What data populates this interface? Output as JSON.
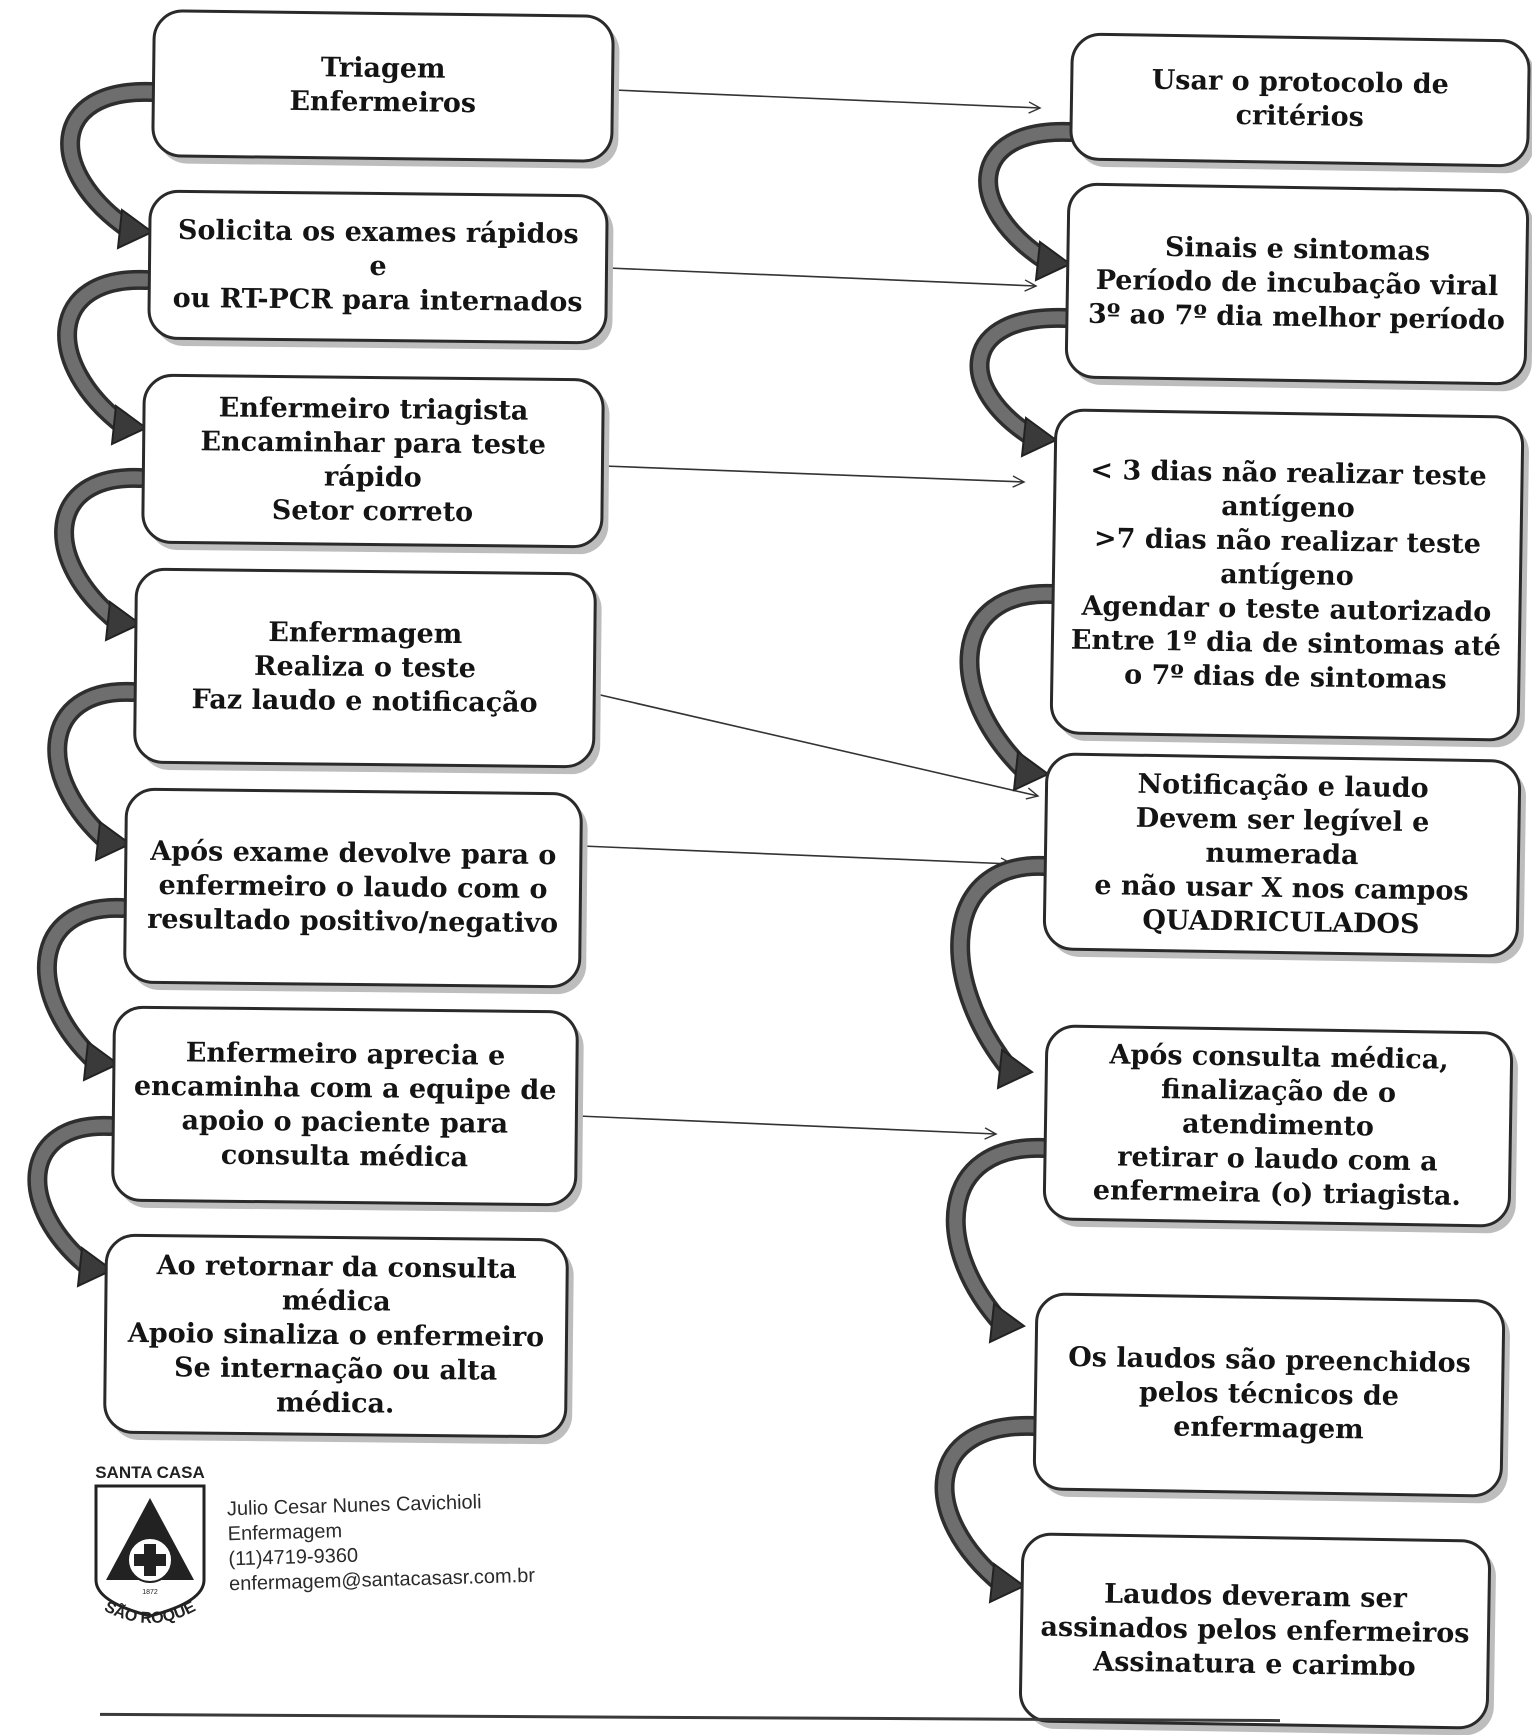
{
  "left_column": [
    {
      "lines": [
        "Triagem",
        "Enfermeiros"
      ]
    },
    {
      "lines": [
        "Solicita os exames rápidos e",
        "ou RT-PCR para internados"
      ]
    },
    {
      "lines": [
        "Enfermeiro triagista",
        "Encaminhar para teste rápido",
        "Setor correto"
      ]
    },
    {
      "lines": [
        "Enfermagem",
        "Realiza o teste",
        "Faz laudo e notificação"
      ]
    },
    {
      "lines": [
        "Após exame devolve para o",
        "enfermeiro o laudo com o",
        "resultado positivo/negativo"
      ]
    },
    {
      "lines": [
        "Enfermeiro aprecia e",
        "encaminha com a equipe de",
        "apoio o paciente para",
        "consulta médica"
      ]
    },
    {
      "lines": [
        "Ao retornar da consulta",
        "médica",
        "Apoio sinaliza o enfermeiro",
        "Se internação ou alta médica."
      ]
    }
  ],
  "right_column": [
    {
      "lines": [
        "Usar o protocolo de critérios"
      ]
    },
    {
      "lines": [
        "Sinais e sintomas",
        "Período de incubação viral",
        "3º ao 7º dia melhor período"
      ]
    },
    {
      "lines": [
        "< 3 dias não realizar teste",
        "antígeno",
        ">7 dias não realizar teste",
        "antígeno",
        "Agendar o teste autorizado",
        "Entre 1º dia de sintomas até",
        "o 7º dias de sintomas"
      ]
    },
    {
      "lines": [
        "Notificação e laudo",
        "Devem ser legível e numerada",
        "e não usar X nos campos",
        "QUADRICULADOS"
      ]
    },
    {
      "lines": [
        "Após consulta médica,",
        "finalização de o atendimento",
        "retirar o laudo com a",
        "enfermeira (o) triagista."
      ]
    },
    {
      "lines": [
        "Os laudos são preenchidos",
        "pelos técnicos de enfermagem"
      ]
    },
    {
      "lines": [
        "Laudos deveram ser",
        "assinados pelos enfermeiros",
        "Assinatura e carimbo"
      ]
    }
  ],
  "logo": {
    "top_text": "SANTA CASA",
    "bottom_text": "SÃO ROQUE",
    "year": "1872"
  },
  "contact": {
    "name": "Julio Cesar Nunes Cavichioli",
    "department": "Enfermagem",
    "phone": "(11)4719-9360",
    "email": "enfermagem@santacasasr.com.br"
  },
  "colors": {
    "curved_arrow": "#6e6e6e",
    "border": "#2a2a2a",
    "connector": "#333333"
  }
}
